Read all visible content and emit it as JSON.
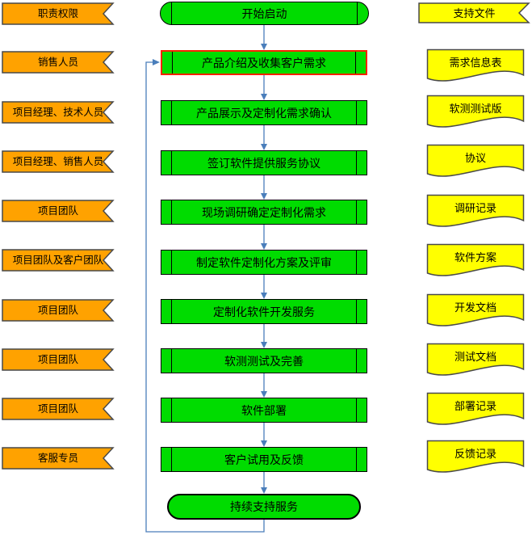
{
  "roles": {
    "items": [
      "职责权限",
      "销售人员",
      "项目经理、技术人员",
      "项目经理、销售人员",
      "项目团队",
      "项目团队及客户团队",
      "项目团队",
      "项目团队",
      "项目团队",
      "客服专员"
    ]
  },
  "process": {
    "start": "开始启动",
    "steps": [
      "产品介绍及收集客户需求",
      "产品展示及定制化需求确认",
      "签订软件提供服务协议",
      "现场调研确定定制化需求",
      "制定软件定制化方案及评审",
      "定制化软件开发服务",
      "软测测试及完善",
      "软件部署",
      "客户试用及反馈"
    ],
    "end": "持续支持服务",
    "highlighted_step": "产品介绍及收集客户需求"
  },
  "documents": {
    "header": "支持文件",
    "items": [
      "需求信息表",
      "软测测试版",
      "协议",
      "调研记录",
      "软件方案",
      "开发文档",
      "测试文档",
      "部署记录",
      "反馈记录"
    ]
  },
  "colors": {
    "role_fill": "#FFA200",
    "process_fill": "#00DC00",
    "document_fill": "#FFFF00",
    "connector_blue": "#4A7EBB",
    "highlight_border": "#FF2200",
    "shape_stroke": "#494949"
  }
}
